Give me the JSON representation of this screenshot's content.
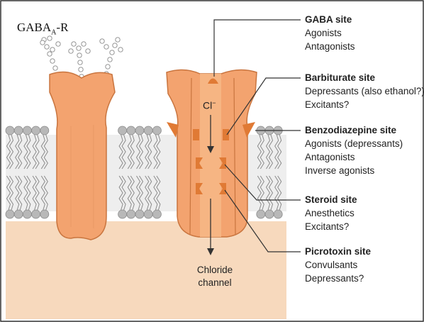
{
  "title": {
    "main": "GABA",
    "sub": "A",
    "suffix": "-R"
  },
  "ion_label": {
    "symbol": "Cl",
    "charge": "−"
  },
  "channel_label": [
    "Chloride",
    "channel"
  ],
  "sites": [
    {
      "name": "GABA site",
      "items": [
        "Agonists",
        "Antagonists"
      ]
    },
    {
      "name": "Barbiturate site",
      "items": [
        "Depressants (also ethanol?)",
        "Excitants?"
      ]
    },
    {
      "name": "Benzodiazepine site",
      "items": [
        "Agonists (depressants)",
        "Antagonists",
        "Inverse agonists"
      ]
    },
    {
      "name": "Steroid site",
      "items": [
        "Anesthetics",
        "Excitants?"
      ]
    },
    {
      "name": "Picrotoxin site",
      "items": [
        "Convulsants",
        "Depressants?"
      ]
    }
  ],
  "colors": {
    "protein": "#f3a36f",
    "protein_dark": "#c9753f",
    "membrane_heads": "#b8b8b8",
    "cytoplasm": "#f7d9bd",
    "site_marker": "#e07a35"
  }
}
